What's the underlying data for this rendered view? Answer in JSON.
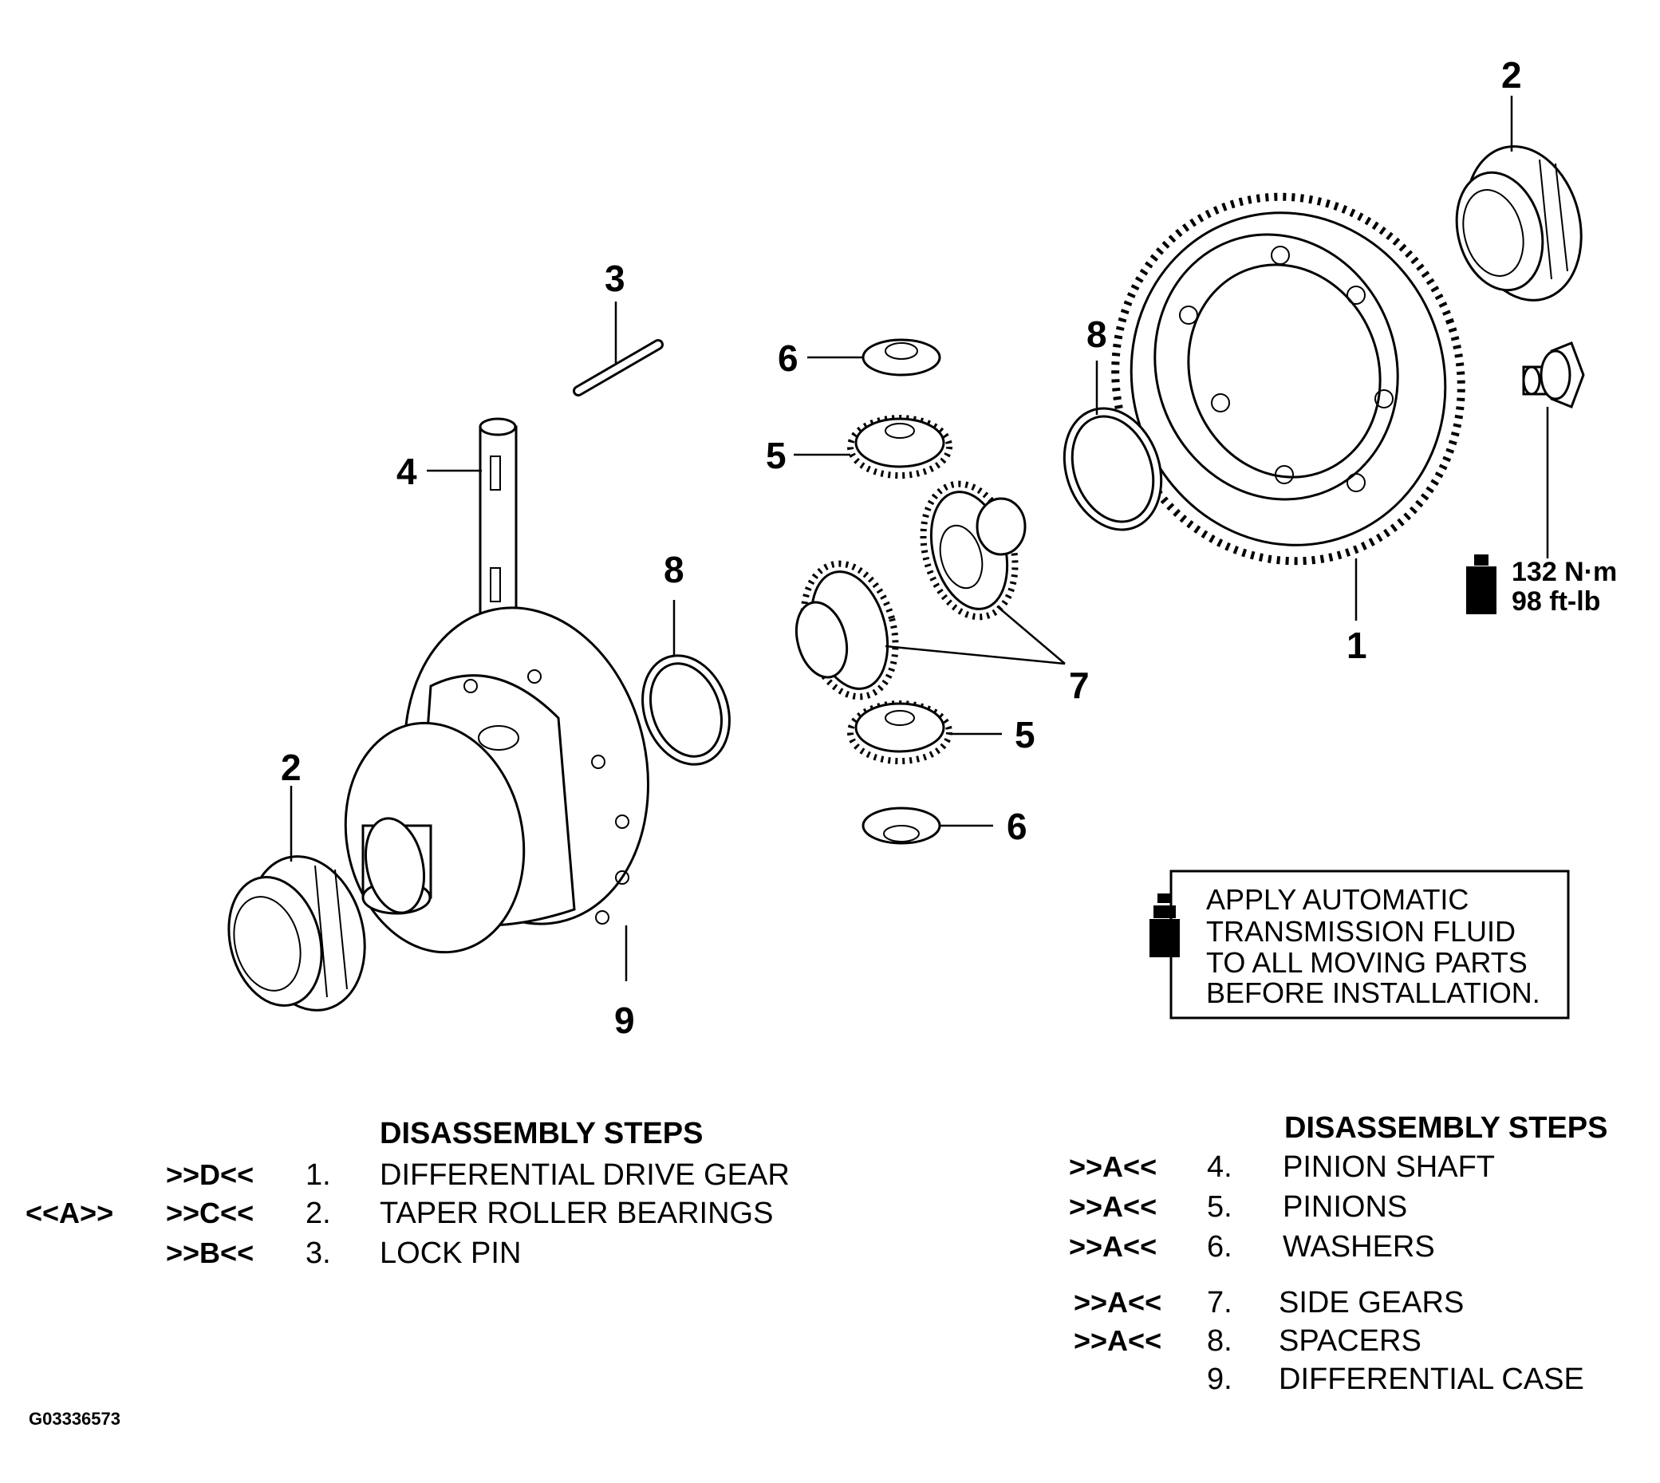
{
  "callouts": {
    "c1": "1",
    "c2a": "2",
    "c2b": "2",
    "c3": "3",
    "c4": "4",
    "c5a": "5",
    "c5b": "5",
    "c6a": "6",
    "c6b": "6",
    "c7": "7",
    "c8a": "8",
    "c8b": "8",
    "c9": "9"
  },
  "torque": {
    "nm": "132 N·m",
    "ftlb": "98 ft-lb"
  },
  "note": {
    "line1": "APPLY AUTOMATIC",
    "line2": "TRANSMISSION FLUID",
    "line3": "TO ALL MOVING PARTS",
    "line4": "BEFORE INSTALLATION."
  },
  "left_steps": {
    "title": "DISASSEMBLY STEPS",
    "rows": [
      {
        "assy_code": "",
        "disassy_code": ">>D<<",
        "num": "1.",
        "name": "DIFFERENTIAL DRIVE GEAR"
      },
      {
        "assy_code": "<<A>>",
        "disassy_code": ">>C<<",
        "num": "2.",
        "name": "TAPER ROLLER BEARINGS"
      },
      {
        "assy_code": "",
        "disassy_code": ">>B<<",
        "num": "3.",
        "name": "LOCK PIN"
      }
    ]
  },
  "right_steps": {
    "title": "DISASSEMBLY STEPS",
    "rows": [
      {
        "code": ">>A<<",
        "num": "4.",
        "name": "PINION SHAFT"
      },
      {
        "code": ">>A<<",
        "num": "5.",
        "name": "PINIONS"
      },
      {
        "code": ">>A<<",
        "num": "6.",
        "name": "WASHERS"
      },
      {
        "code": ">>A<<",
        "num": "7.",
        "name": "SIDE GEARS"
      },
      {
        "code": ">>A<<",
        "num": "8.",
        "name": "SPACERS"
      },
      {
        "code": "",
        "num": "9.",
        "name": "DIFFERENTIAL CASE"
      }
    ]
  },
  "figure_id": "G03336573",
  "icons": [
    "fluid-bottle-icon",
    "torque-bottle-icon"
  ]
}
